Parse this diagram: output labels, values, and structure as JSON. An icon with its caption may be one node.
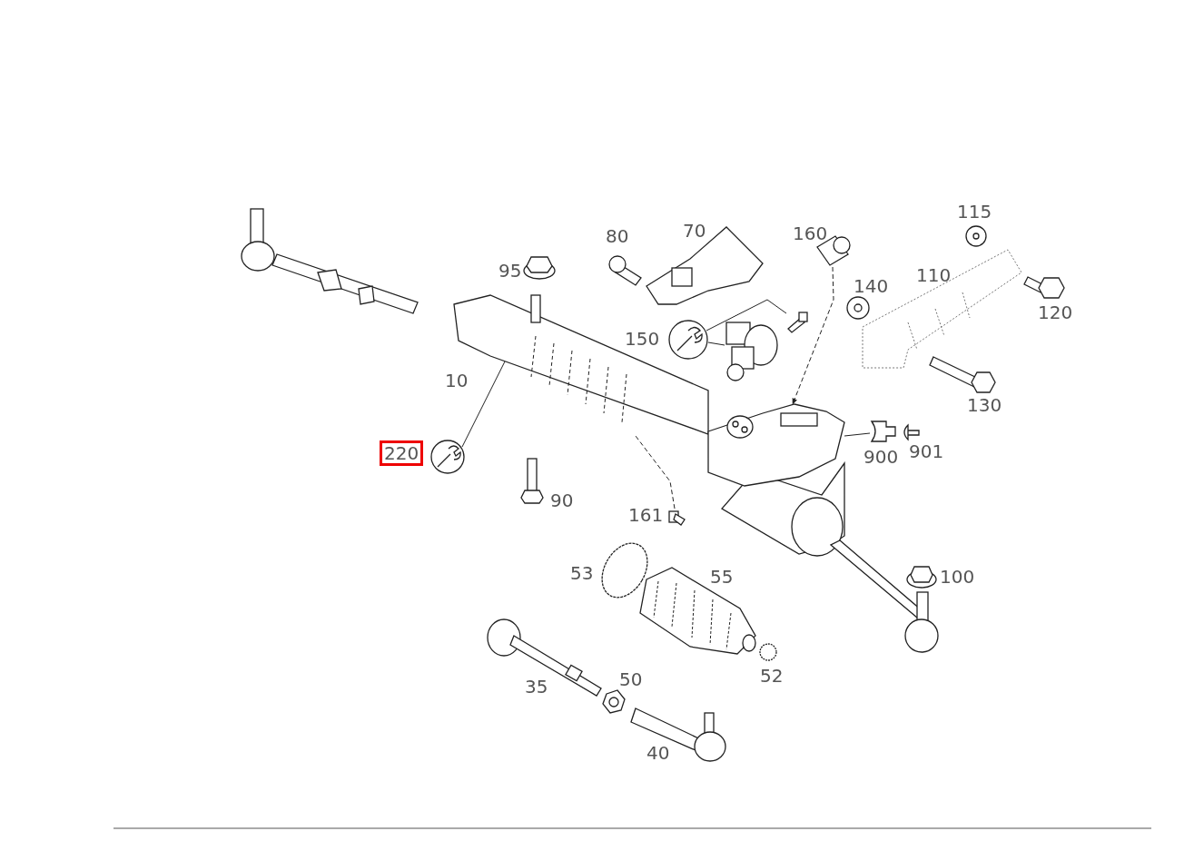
{
  "diagram": {
    "nodes": [
      {
        "text": [],
        "shape": "picture",
        "beside": [
          "10"
        ]
      },
      {
        "text": [],
        "shape": "circle",
        "beside": [
          "220"
        ]
      },
      {
        "text": [],
        "shape": "circle",
        "beside": [
          "150"
        ]
      },
      {
        "text": [],
        "shape": "picture"
      },
      {
        "text": [],
        "shape": "picture"
      },
      {
        "text": [],
        "shape": "picture",
        "beside": [
          "900"
        ]
      },
      {
        "text": [],
        "shape": "picture",
        "beside": [
          "160"
        ]
      },
      {
        "text": [],
        "shape": "picture",
        "beside": [
          "161"
        ]
      },
      {
        "text": [],
        "shape": "picture"
      }
    ],
    "edges": [
      {
        "from": 1,
        "to": 0,
        "arrow": "none"
      },
      {
        "from": 2,
        "to": 3,
        "arrow": "none"
      },
      {
        "from": 2,
        "to": 4,
        "arrow": "none"
      },
      {
        "from": 8,
        "to": 5,
        "arrow": "none"
      },
      {
        "from": 6,
        "to": 8,
        "arrow": "to",
        "style": "dashed"
      },
      {
        "from": 7,
        "to": 0,
        "arrow": "none",
        "style": "dashed"
      }
    ],
    "labels": [
      "115",
      "80",
      "70",
      "95",
      "110",
      "140",
      "120",
      "130",
      "901",
      "90",
      "53",
      "55",
      "100",
      "52",
      "35",
      "50",
      "40"
    ]
  }
}
